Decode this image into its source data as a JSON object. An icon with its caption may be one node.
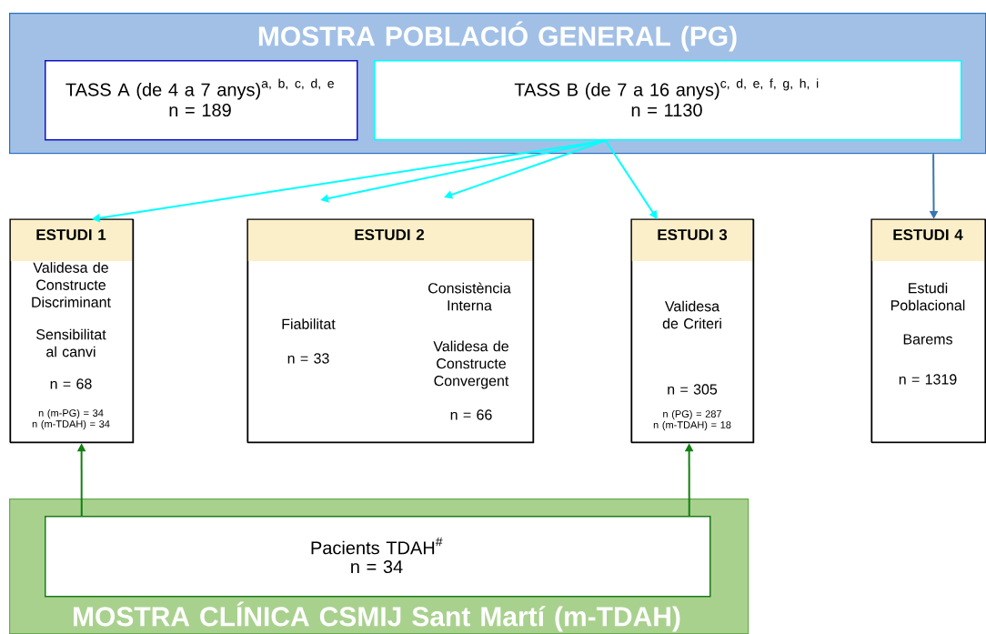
{
  "diagram": {
    "nodes": [
      {
        "text": [
          "MOSTRA POBLACIÓ GENERAL (PG)"
        ]
      },
      {
        "text": [
          "\\text{TASS A (de 4 a 7 anys)}^{\\text{a, b, c, d, e}}",
          "n = 189"
        ],
        "in": 0
      },
      {
        "text": [
          "\\text{TASS B (de 7 a 16 anys)}^{\\text{c, d, e, f, g, h, i}}",
          "n = 1130"
        ],
        "in": 0
      },
      {
        "text": [
          "ESTUDI 1",
          "Validesa de Constructe Discriminant",
          "Sensibilitat al canvi",
          "n = 68",
          "n (m-PG) = 34",
          "n (m-TDAH) = 34"
        ]
      },
      {
        "text": [
          "ESTUDI 2",
          "Fiabilitat",
          "n = 33",
          "Consistència Interna",
          "Validesa de Constructe Convergent",
          "n = 66"
        ]
      },
      {
        "text": [
          "ESTUDI 3",
          "Validesa de Criteri",
          "n = 305",
          "n (PG) = 287",
          "n (m-TDAH) = 18"
        ]
      },
      {
        "text": [
          "ESTUDI 4",
          "Estudi Poblacional",
          "Barems",
          "n = 1319"
        ]
      },
      {
        "text": [
          "MOSTRA CLÍNICA CSMIJ Sant Martí (m-TDAH)"
        ]
      },
      {
        "text": [
          "\\text{Pacients TDAH}^{\\#}",
          "n = 34"
        ],
        "in": 7
      }
    ],
    "edges": [
      {
        "from": 2,
        "to": 3,
        "arrow": "to"
      },
      {
        "from": 2,
        "to": null,
        "arrow": "to"
      },
      {
        "from": 2,
        "to": null,
        "arrow": "to"
      },
      {
        "from": 2,
        "to": 5,
        "arrow": "to"
      },
      {
        "from": 0,
        "to": 6,
        "arrow": "to",
        "color": "#3a74b4"
      },
      {
        "from": 8,
        "to": 3,
        "arrow": "to",
        "color": "#118011"
      },
      {
        "from": 8,
        "to": 5,
        "arrow": "to",
        "color": "#118011"
      }
    ]
  }
}
